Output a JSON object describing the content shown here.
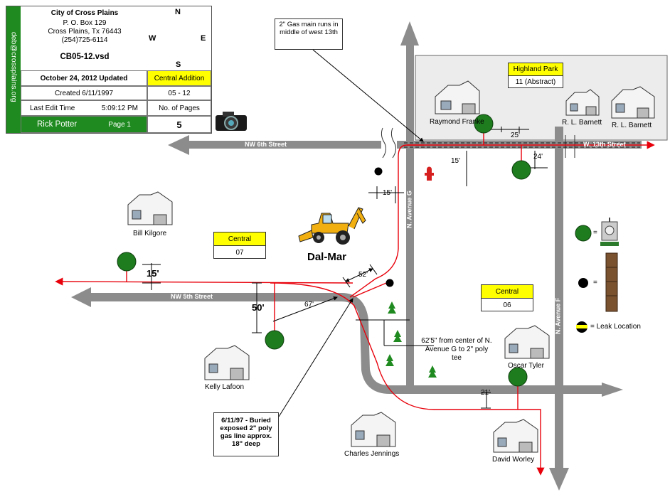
{
  "title_block": {
    "org": "City of Cross Plains",
    "po_box": "P. O. Box 129",
    "city": "Cross Plains, Tx  76443",
    "phone": "(254)725-6114",
    "file_name": "CB05-12.vsd",
    "updated": "October 24, 2012 Updated",
    "addition_label": "Central Addition",
    "created": "Created 6/11/1997",
    "addition_value": "05 - 12",
    "last_edit_label": "Last Edit Time",
    "last_edit_time": "5:09:12 PM",
    "pages_label": "No. of Pages",
    "author": "Rick Potter",
    "page": "Page 1",
    "pages_value": "5",
    "email": "deb@crossplains.org"
  },
  "compass": {
    "n": "N",
    "s": "S",
    "e": "E",
    "w": "W"
  },
  "notes": {
    "gas_main": "2\" Gas main runs in middle of west 13th",
    "buried": "6/11/97 - Buried exposed 2\" poly gas line approx. 18\" deep",
    "center_dist": "62'5\" from center of N. Avenue G to 2\" poly tee"
  },
  "streets": {
    "nw6": "NW 6th Street",
    "w13": "W. 13th Street",
    "nw5": "NW 5th Street",
    "ave_g": "N. Avenue G",
    "ave_f": "N. Avenue F"
  },
  "areas": {
    "highland_title": "Highland Park",
    "highland_value": "11 (Abstract)",
    "central_a_title": "Central",
    "central_a_value": "07",
    "central_b_title": "Central",
    "central_b_value": "06"
  },
  "houses": {
    "raymond": "Raymond Franke",
    "barnett1": "R. L. Barnett",
    "barnett2": "R. L. Barnett",
    "kilgore": "Bill Kilgore",
    "lafoon": "Kelly Lafoon",
    "tyler": "Oscar Tyler",
    "jennings": "Charles Jennings",
    "worley": "David Worley"
  },
  "company": "Dal-Mar",
  "dimensions": {
    "d25": "25'",
    "d24": "24'",
    "d15a": "15'",
    "d15b": "15'",
    "d15c": "15'",
    "d52": "52'",
    "d67": "67'",
    "d50": "50'",
    "d21": "21'"
  },
  "legend": {
    "eq": "=",
    "eq2": "=",
    "leak": "= Leak Location"
  },
  "colors": {
    "gas_line": "#e8000b",
    "street": "#8c8c8c",
    "meter": "#1e7b1e",
    "area_header": "#ffff00",
    "highland_bg": "#ececec",
    "title_green": "#1f8a1f"
  }
}
